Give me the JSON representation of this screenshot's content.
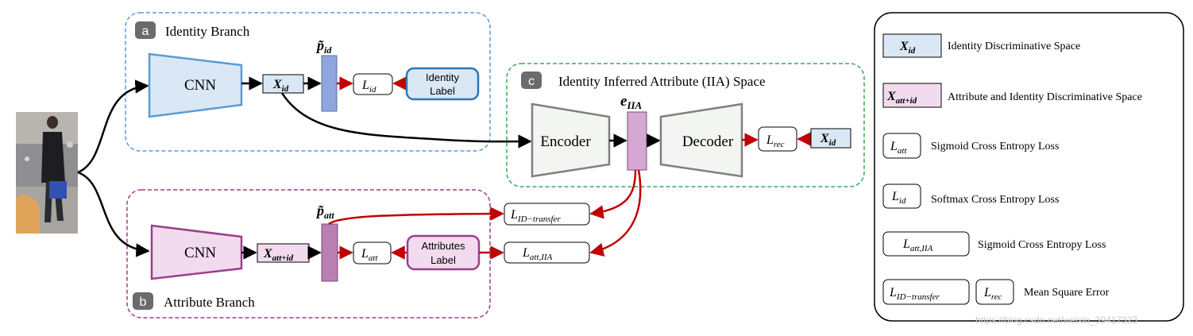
{
  "branches": {
    "a": {
      "badge": "a",
      "title": "Identity Branch",
      "cnn": "CNN",
      "feature": "X",
      "feature_sub": "id",
      "pred": "p̃",
      "pred_sub": "id",
      "loss": "L",
      "loss_sub": "id",
      "label": [
        "Identity",
        "Label"
      ]
    },
    "b": {
      "badge": "b",
      "title": "Attribute Branch",
      "cnn": "CNN",
      "feature": "X",
      "feature_sub": "att+id",
      "pred": "p̃",
      "pred_sub": "att",
      "loss": "L",
      "loss_sub": "att",
      "label": [
        "Attributes",
        "Label"
      ]
    },
    "c": {
      "badge": "c",
      "title": "Identity Inferred Attribute (IIA) Space",
      "encoder": "Encoder",
      "decoder": "Decoder",
      "embed": "e",
      "embed_sub": "IIA",
      "loss": "L",
      "loss_sub": "rec",
      "target": "X",
      "target_sub": "id"
    }
  },
  "losses": {
    "transfer": {
      "main": "L",
      "sub": "ID−transfer"
    },
    "att_iia": {
      "main": "L",
      "sub": "att,IIA"
    }
  },
  "legend": {
    "items": [
      {
        "sym": "X",
        "sub": "id",
        "text": "Identity Discriminative Space"
      },
      {
        "sym": "X",
        "sub": "att+id",
        "text": "Attribute and Identity Discriminative Space"
      },
      {
        "sym": "L",
        "sub": "att",
        "text": "Sigmoid Cross Entropy Loss"
      },
      {
        "sym": "L",
        "sub": "id",
        "text": "Softmax Cross Entropy Loss"
      },
      {
        "sym": "L",
        "sub": "att,IIA",
        "text": "Sigmoid Cross Entropy Loss"
      },
      {
        "sym": "L",
        "sub": "ID−transfer",
        "sym2": "L",
        "sub2": "rec",
        "text": "Mean Square Error"
      }
    ]
  },
  "watermark": "https://blog.csdn.net/weixin_39417323",
  "colors": {
    "blue_border": "#5b9bd5",
    "blue_fill": "#dae8f5",
    "bar_blue": "#8ea6dc",
    "purple_border": "#9b3f8c",
    "purple_fill": "#f2dbee",
    "bar_purple": "#b87fb3",
    "green_dash": "#3aaa55",
    "gray_border": "#808080",
    "gray_fill": "#f2f5f1",
    "red": "#c00000"
  }
}
